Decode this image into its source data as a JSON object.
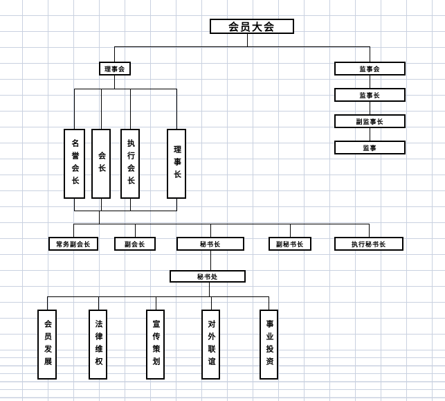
{
  "org_chart": {
    "assembly": {
      "label": "会员大会"
    },
    "council": {
      "label": "理事会"
    },
    "council_leaders": [
      {
        "label": "名誉会长"
      },
      {
        "label": "会长"
      },
      {
        "label": "执行会长"
      },
      {
        "label": "理事长"
      }
    ],
    "officers": [
      {
        "label": "常务副会长"
      },
      {
        "label": "副会长"
      },
      {
        "label": "秘书长"
      },
      {
        "label": "副秘书长"
      },
      {
        "label": "执行秘书长"
      }
    ],
    "secretariat": {
      "label": "秘书处"
    },
    "departments": [
      {
        "label": "会员发展"
      },
      {
        "label": "法律维权"
      },
      {
        "label": "宣传策划"
      },
      {
        "label": "对外联谊"
      },
      {
        "label": "事业投资"
      }
    ],
    "supervisory_chain": [
      {
        "label": "监事会"
      },
      {
        "label": "监事长"
      },
      {
        "label": "副监事长"
      },
      {
        "label": "监事"
      }
    ],
    "colors": {
      "connector": "#000000",
      "box_border": "#000000",
      "box_fill": "#ffffff",
      "grid_line": "#c9d1e0",
      "background": "#ffffff"
    }
  }
}
